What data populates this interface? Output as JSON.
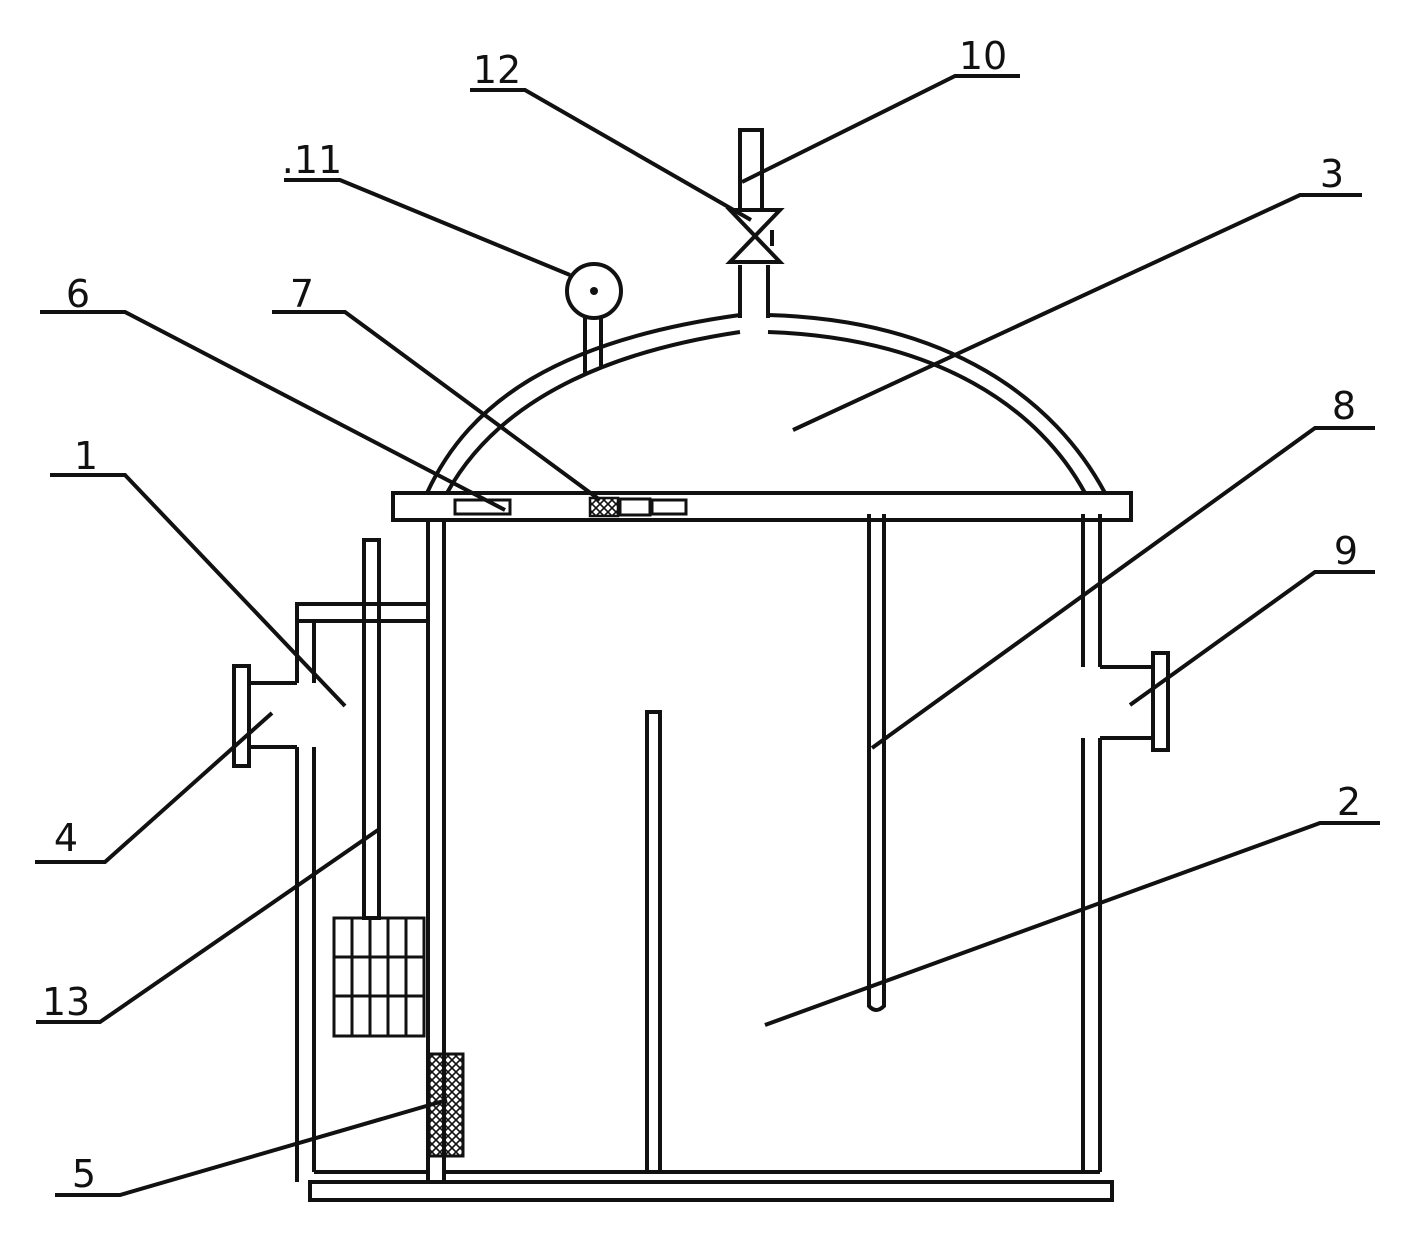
{
  "labels": [
    {
      "id": "1",
      "text": "1"
    },
    {
      "id": "2",
      "text": "2"
    },
    {
      "id": "3",
      "text": "3"
    },
    {
      "id": "4",
      "text": "4"
    },
    {
      "id": "5",
      "text": "5"
    },
    {
      "id": "6",
      "text": "6"
    },
    {
      "id": "7",
      "text": "7"
    },
    {
      "id": "8",
      "text": "8"
    },
    {
      "id": "9",
      "text": "9"
    },
    {
      "id": "10",
      "text": "10"
    },
    {
      "id": "11",
      "text": ".11"
    },
    {
      "id": "12",
      "text": "12"
    },
    {
      "id": "13",
      "text": "13"
    }
  ]
}
